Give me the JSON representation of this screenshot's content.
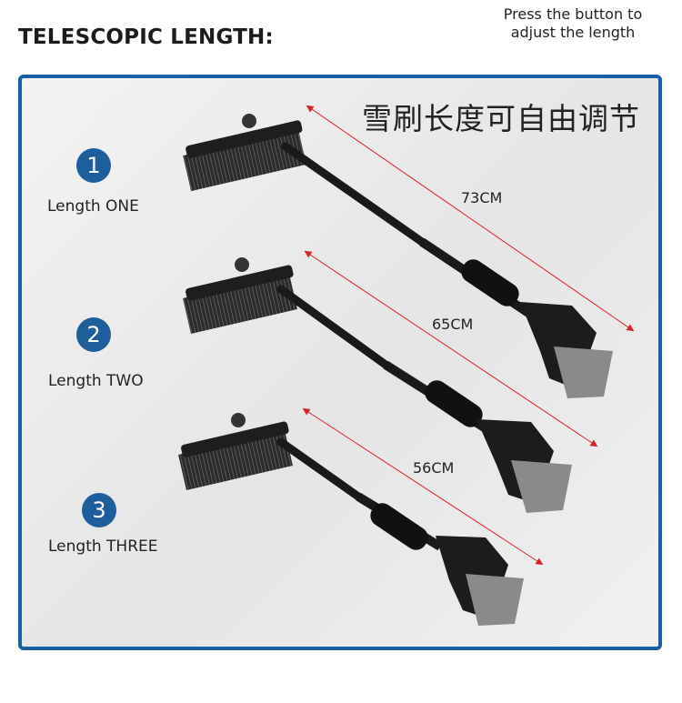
{
  "header": {
    "title": "TELESCOPIC LENGTH:",
    "note_line1": "Press the button to",
    "note_line2": "adjust the length"
  },
  "panel": {
    "chinese_title": "雪刷长度可自由调节",
    "accent_color": "#1f5e9d",
    "arrow_color": "#d9212a"
  },
  "lengths": [
    {
      "number": "1",
      "label": "Length ONE",
      "measure": "73CM"
    },
    {
      "number": "2",
      "label": "Length TWO",
      "measure": "65CM"
    },
    {
      "number": "3",
      "label": "Length THREE",
      "measure": "56CM"
    }
  ]
}
